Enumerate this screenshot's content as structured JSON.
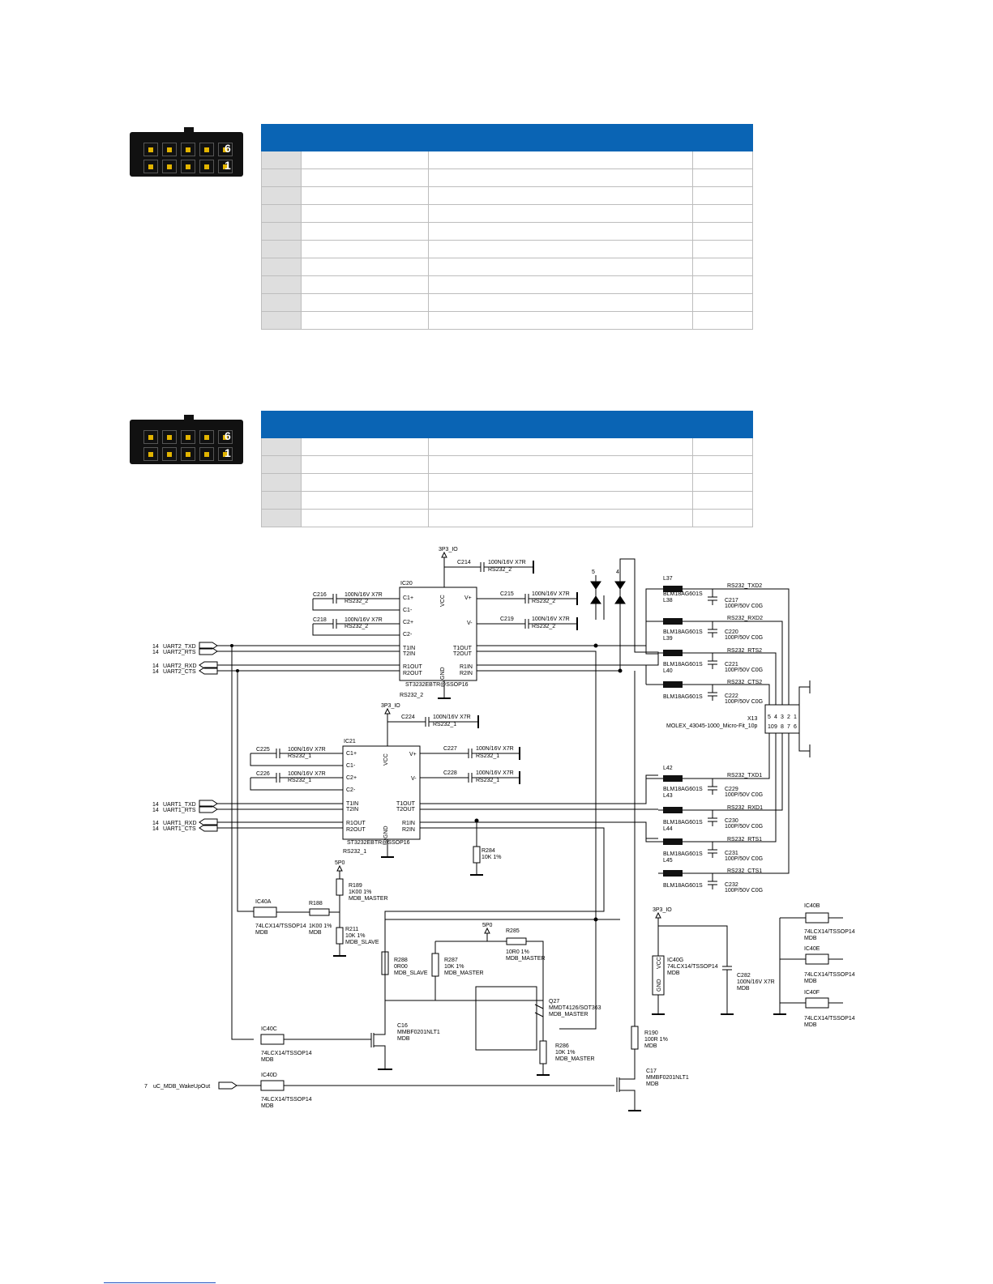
{
  "connector_a": {
    "label_top": "6",
    "label_bottom": "1"
  },
  "connector_b": {
    "label_top": "6",
    "label_bottom": "1"
  },
  "table_a": {
    "row_count": 10
  },
  "table_b": {
    "row_count": 5
  },
  "schematic": {
    "power_3p3_top": "3P3_IO",
    "power_3p3_mid": "3P3_IO",
    "power_3p3_low": "3P3_IO",
    "power_5p0_a": "5P0",
    "power_5p0_b": "5P0",
    "ic20": {
      "ref": "IC20",
      "part": "ST3232EBTR@SSOP16",
      "group": "RS232_2",
      "vcc": "VCC",
      "gnd": "GND",
      "pins_left": [
        "C1+",
        "C1-",
        "C2+",
        "C2-",
        "T1IN",
        "T2IN",
        "R1OUT",
        "R2OUT"
      ],
      "pins_right": [
        "V+",
        "V-",
        "T1OUT",
        "T2OUT",
        "R1IN",
        "R2IN"
      ]
    },
    "ic21": {
      "ref": "IC21",
      "part": "ST3232EBTR@SSOP16",
      "group": "RS232_1",
      "vcc": "VCC",
      "gnd": "GND",
      "pins_left": [
        "C1+",
        "C1-",
        "C2+",
        "C2-",
        "T1IN",
        "T2IN",
        "R1OUT",
        "R2OUT"
      ],
      "pins_right": [
        "V+",
        "V-",
        "T1OUT",
        "T2OUT",
        "R1IN",
        "R2IN"
      ]
    },
    "caps_ic20": [
      {
        "ref": "C214",
        "value": "100N/16V X7R",
        "group": "RS232_2"
      },
      {
        "ref": "C216",
        "value": "100N/16V X7R",
        "group": "RS232_2"
      },
      {
        "ref": "C218",
        "value": "100N/16V X7R",
        "group": "RS232_2"
      },
      {
        "ref": "C215",
        "value": "100N/16V X7R",
        "group": "RS232_2"
      },
      {
        "ref": "C219",
        "value": "100N/16V X7R",
        "group": "RS232_2"
      }
    ],
    "caps_ic21": [
      {
        "ref": "C224",
        "value": "100N/16V X7R",
        "group": "RS232_1"
      },
      {
        "ref": "C225",
        "value": "100N/16V X7R",
        "group": "RS232_1"
      },
      {
        "ref": "C226",
        "value": "100N/16V X7R",
        "group": "RS232_1"
      },
      {
        "ref": "C227",
        "value": "100N/16V X7R",
        "group": "RS232_1"
      },
      {
        "ref": "C228",
        "value": "100N/16V X7R",
        "group": "RS232_1"
      }
    ],
    "uart2_nets": [
      {
        "page": "14",
        "name": "UART2_TXD"
      },
      {
        "page": "14",
        "name": "UART2_RTS"
      },
      {
        "page": "14",
        "name": "UART2_RXD"
      },
      {
        "page": "14",
        "name": "UART2_CTS"
      }
    ],
    "uart1_nets": [
      {
        "page": "14",
        "name": "UART1_TXD"
      },
      {
        "page": "14",
        "name": "UART1_RTS"
      },
      {
        "page": "14",
        "name": "UART1_RXD"
      },
      {
        "page": "14",
        "name": "UART1_CTS"
      }
    ],
    "ferrites_top": [
      {
        "ref": "L37",
        "part": "BLM18AG601S",
        "net": "RS232_TXD2",
        "cap": "C217",
        "cap_value": "100P/50V C0G"
      },
      {
        "ref": "L38",
        "part": "BLM18AG601S",
        "net": "RS232_RXD2",
        "cap": "C220",
        "cap_value": "100P/50V C0G"
      },
      {
        "ref": "L39",
        "part": "BLM18AG601S",
        "net": "RS232_RTS2",
        "cap": "C221",
        "cap_value": "100P/50V C0G"
      },
      {
        "ref": "L40",
        "part": "BLM18AG601S",
        "net": "RS232_CTS2",
        "cap": "C222",
        "cap_value": "100P/50V C0G"
      }
    ],
    "ferrites_bottom": [
      {
        "ref": "L42",
        "part": "BLM18AG601S",
        "net": "RS232_TXD1",
        "cap": "C229",
        "cap_value": "100P/50V C0G"
      },
      {
        "ref": "L43",
        "part": "BLM18AG601S",
        "net": "RS232_RXD1",
        "cap": "C230",
        "cap_value": "100P/50V C0G"
      },
      {
        "ref": "L44",
        "part": "BLM18AG601S",
        "net": "RS232_RTS1",
        "cap": "C231",
        "cap_value": "100P/50V C0G"
      },
      {
        "ref": "L45",
        "part": "BLM18AG601S",
        "net": "RS232_CTS1",
        "cap": "C232",
        "cap_value": "100P/50V C0G"
      }
    ],
    "x13": {
      "ref": "X13",
      "part": "MOLEX_43045-1000_Micro-Fit_10p",
      "pins": [
        "5",
        "10",
        "4",
        "9",
        "3",
        "8",
        "2",
        "7",
        "1",
        "6"
      ]
    },
    "r284": {
      "ref": "R284",
      "value": "10K 1%"
    },
    "r189": {
      "ref": "R189",
      "value": "1K00 1%",
      "group": "MDB_MASTER"
    },
    "r188": {
      "ref": "R188",
      "value": "1K00 1%",
      "group": "MDB"
    },
    "r211": {
      "ref": "R211",
      "value": "10K 1%",
      "group": "MDB_SLAVE"
    },
    "r288": {
      "ref": "R288",
      "value": "0R00",
      "group": "MDB_SLAVE"
    },
    "r287": {
      "ref": "R287",
      "value": "10K 1%",
      "group": "MDB_MASTER"
    },
    "r285": {
      "ref": "R285",
      "value": "10R0 1%",
      "group": "MDB_MASTER"
    },
    "r286": {
      "ref": "R286",
      "value": "10K 1%",
      "group": "MDB_MASTER"
    },
    "r190": {
      "ref": "R190",
      "value": "100R 1%",
      "group": "MDB"
    },
    "q27": {
      "ref": "Q27",
      "part": "MMDT4126/SOT363",
      "group": "MDB_MASTER"
    },
    "c16": {
      "ref": "C16",
      "part": "MMBF0201NLT1",
      "group": "MDB"
    },
    "c17": {
      "ref": "C17",
      "part": "MMBF0201NLT1",
      "group": "MDB"
    },
    "ic40a": {
      "ref": "IC40A",
      "part": "74LCX14/TSSOP14",
      "group": "MDB"
    },
    "ic40b": {
      "ref": "IC40B",
      "part": "74LCX14/TSSOP14",
      "group": "MDB"
    },
    "ic40c": {
      "ref": "IC40C",
      "part": "74LCX14/TSSOP14",
      "group": "MDB"
    },
    "ic40d": {
      "ref": "IC40D",
      "part": "74LCX14/TSSOP14",
      "group": "MDB"
    },
    "ic40e": {
      "ref": "IC40E",
      "part": "74LCX14/TSSOP14",
      "group": "MDB"
    },
    "ic40f": {
      "ref": "IC40F",
      "part": "74LCX14/TSSOP14",
      "group": "MDB"
    },
    "ic40g": {
      "ref": "IC40G",
      "part": "74LCX14/TSSOP14",
      "group": "MDB",
      "vcc": "VCC",
      "gnd": "GND"
    },
    "c282": {
      "ref": "C282",
      "value": "100N/16V X7R",
      "group": "MDB"
    },
    "wakeup": {
      "page": "7",
      "name": "uC_MDB_WakeUpOut"
    }
  }
}
